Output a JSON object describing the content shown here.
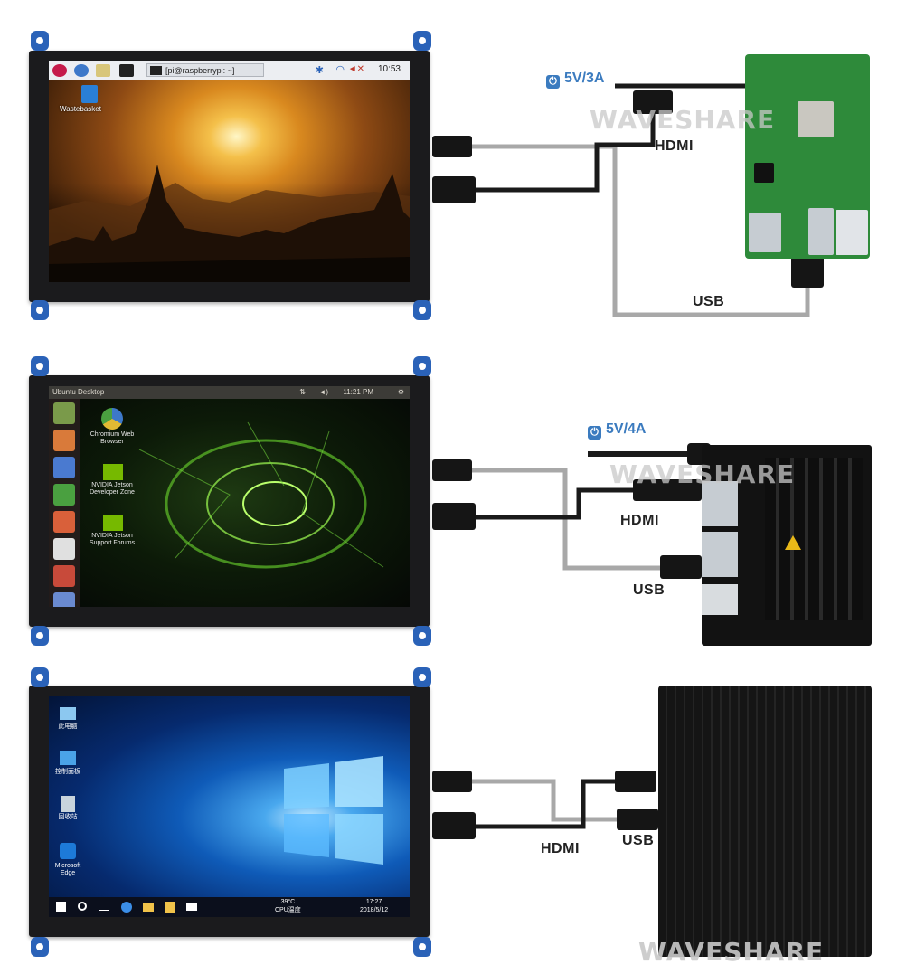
{
  "colors": {
    "brand_blue": "#3b7bbf",
    "cable_gray": "#a8a8a8",
    "cable_black": "#1a1a1a",
    "bracket_blue": "#2a62b8"
  },
  "setup_raspberry": {
    "power": "5V/3A",
    "hdmi_label": "HDMI",
    "usb_label": "USB",
    "watermark": "WAVESHARE",
    "screen": {
      "terminal_title": "[pi@raspberrypi: ~]",
      "clock": "10:53",
      "desktop_icon": "Wastebasket",
      "taskbar_icons": [
        "raspberry-menu-icon",
        "globe-icon",
        "folder-icon",
        "terminal-icon"
      ],
      "tray_icons": [
        "bluetooth-icon",
        "wifi-icon",
        "volume-icon"
      ]
    }
  },
  "setup_jetson": {
    "power": "5V/4A",
    "hdmi_label": "HDMI",
    "usb_label": "USB",
    "watermark": "WAVESHARE",
    "screen": {
      "topbar_title": "Ubuntu Desktop",
      "clock": "11:21 PM",
      "desktop_icons": [
        {
          "label": "Chromium Web Browser",
          "icon": "chromium-icon"
        },
        {
          "label": "NVIDIA Jetson Developer Zone",
          "icon": "nvidia-icon"
        },
        {
          "label": "NVIDIA Jetson Support Forums",
          "icon": "nvidia-icon"
        }
      ]
    }
  },
  "setup_pc": {
    "hdmi_label": "HDMI",
    "usb_label": "USB",
    "watermark": "WAVESHARE",
    "screen": {
      "desktop_icons": [
        {
          "label": "此电脑",
          "icon": "computer-icon"
        },
        {
          "label": "控制面板",
          "icon": "control-panel-icon"
        },
        {
          "label": "回收站",
          "icon": "recycle-bin-icon"
        },
        {
          "label": "Microsoft Edge",
          "icon": "edge-icon"
        }
      ],
      "tray_temp": "39°C",
      "tray_temp_label": "CPU温度",
      "clock_time": "17:27",
      "clock_date": "2018/5/12"
    }
  }
}
